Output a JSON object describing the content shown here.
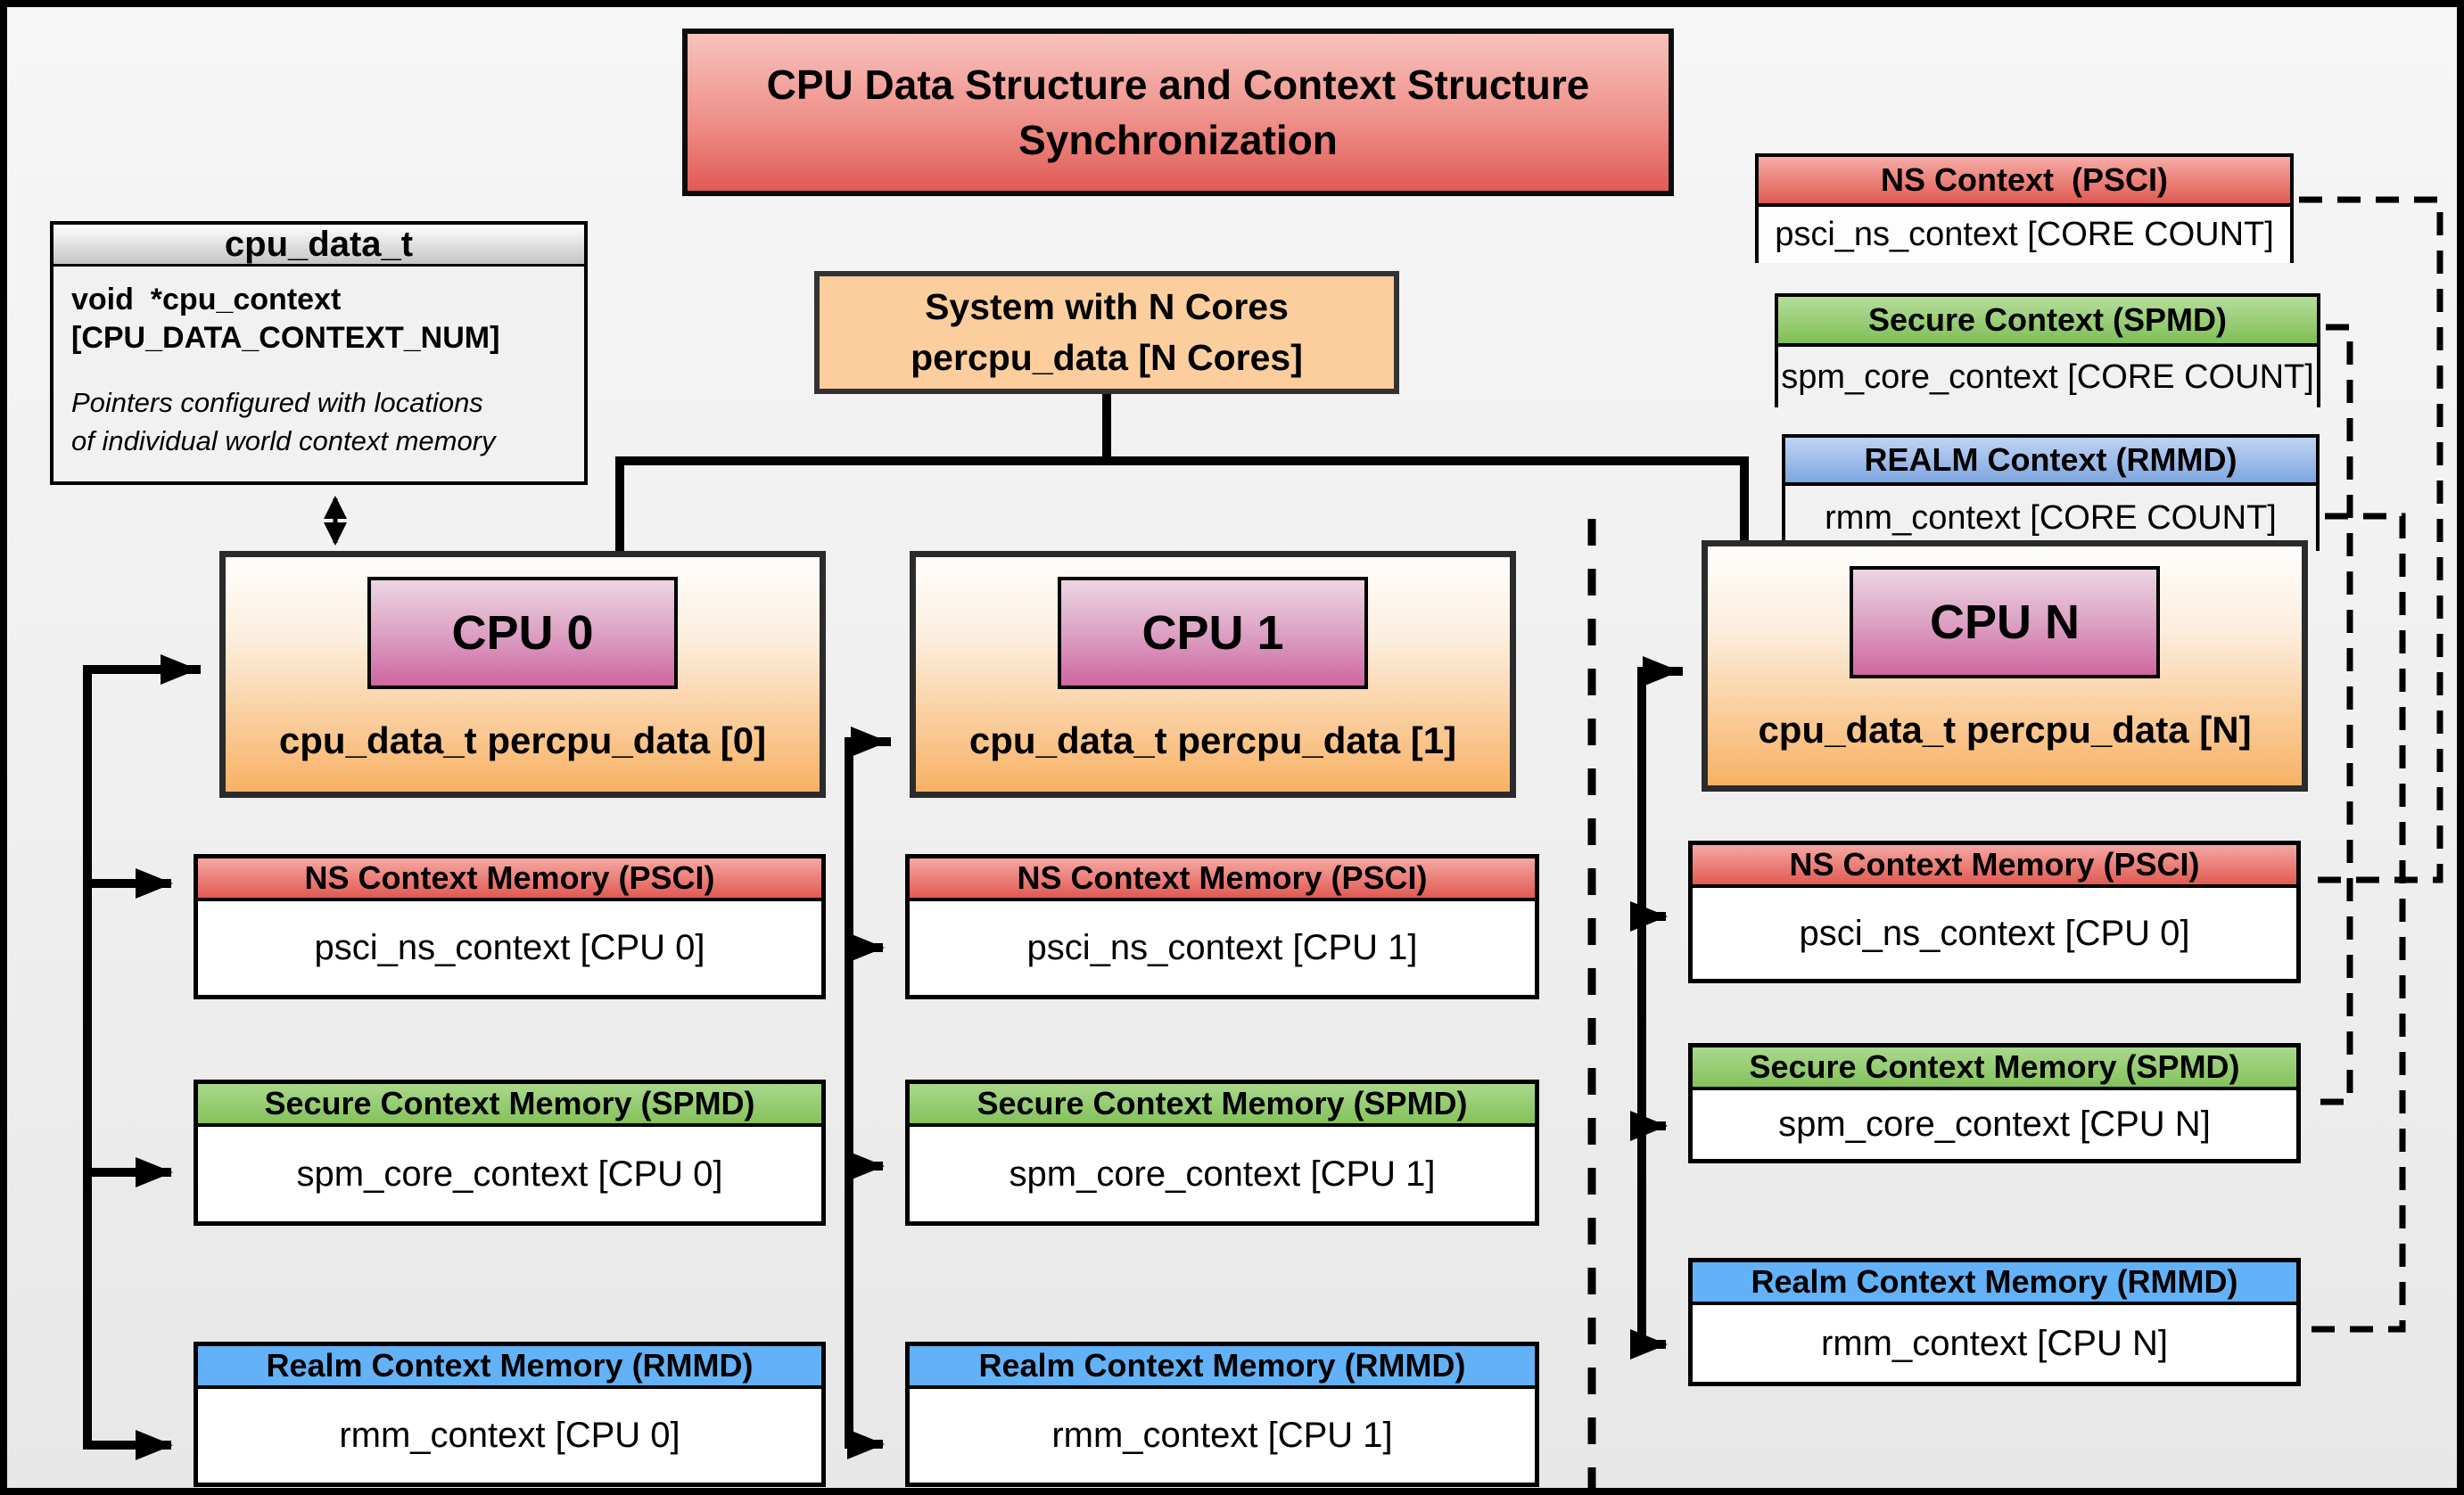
{
  "title": "CPU Data Structure and Context Structure Synchronization",
  "struct_box": {
    "header": "cpu_data_t",
    "field_line1": "void  *cpu_context",
    "field_line2": "[CPU_DATA_CONTEXT_NUM]",
    "note_line1": "Pointers configured with locations",
    "note_line2": "of individual world context memory"
  },
  "system_box": {
    "line1": "System with N Cores",
    "line2": "percpu_data [N Cores]"
  },
  "legend": [
    {
      "header": "NS Context  (PSCI)",
      "body": "psci_ns_context [CORE COUNT]"
    },
    {
      "header": "Secure Context (SPMD)",
      "body": "spm_core_context [CORE COUNT]"
    },
    {
      "header": "REALM Context (RMMD)",
      "body": "rmm_context [CORE COUNT]"
    }
  ],
  "cpus": [
    {
      "label": "CPU 0",
      "data_label": "cpu_data_t percpu_data [0]",
      "ns": {
        "header": "NS Context Memory (PSCI)",
        "body": "psci_ns_context [CPU 0]"
      },
      "secure": {
        "header": "Secure Context Memory (SPMD)",
        "body": "spm_core_context [CPU 0]"
      },
      "realm": {
        "header": "Realm Context Memory (RMMD)",
        "body": "rmm_context [CPU 0]"
      }
    },
    {
      "label": "CPU 1",
      "data_label": "cpu_data_t percpu_data [1]",
      "ns": {
        "header": "NS Context Memory (PSCI)",
        "body": "psci_ns_context [CPU 1]"
      },
      "secure": {
        "header": "Secure Context Memory (SPMD)",
        "body": "spm_core_context [CPU 1]"
      },
      "realm": {
        "header": "Realm Context Memory (RMMD)",
        "body": "rmm_context [CPU 1]"
      }
    },
    {
      "label": "CPU N",
      "data_label": "cpu_data_t percpu_data [N]",
      "ns": {
        "header": "NS Context Memory (PSCI)",
        "body": "psci_ns_context [CPU 0]"
      },
      "secure": {
        "header": "Secure Context Memory (SPMD)",
        "body": "spm_core_context [CPU N]"
      },
      "realm": {
        "header": "Realm Context Memory (RMMD)",
        "body": "rmm_context [CPU N]"
      }
    }
  ],
  "colors": {
    "ns_red": "#e05a52",
    "secure_green": "#84c25b",
    "realm_blue": "#63b1f7",
    "cpu_orange": "#f8b164",
    "cpu_pink": "#cf66a0",
    "title_red": "#e05a55"
  }
}
